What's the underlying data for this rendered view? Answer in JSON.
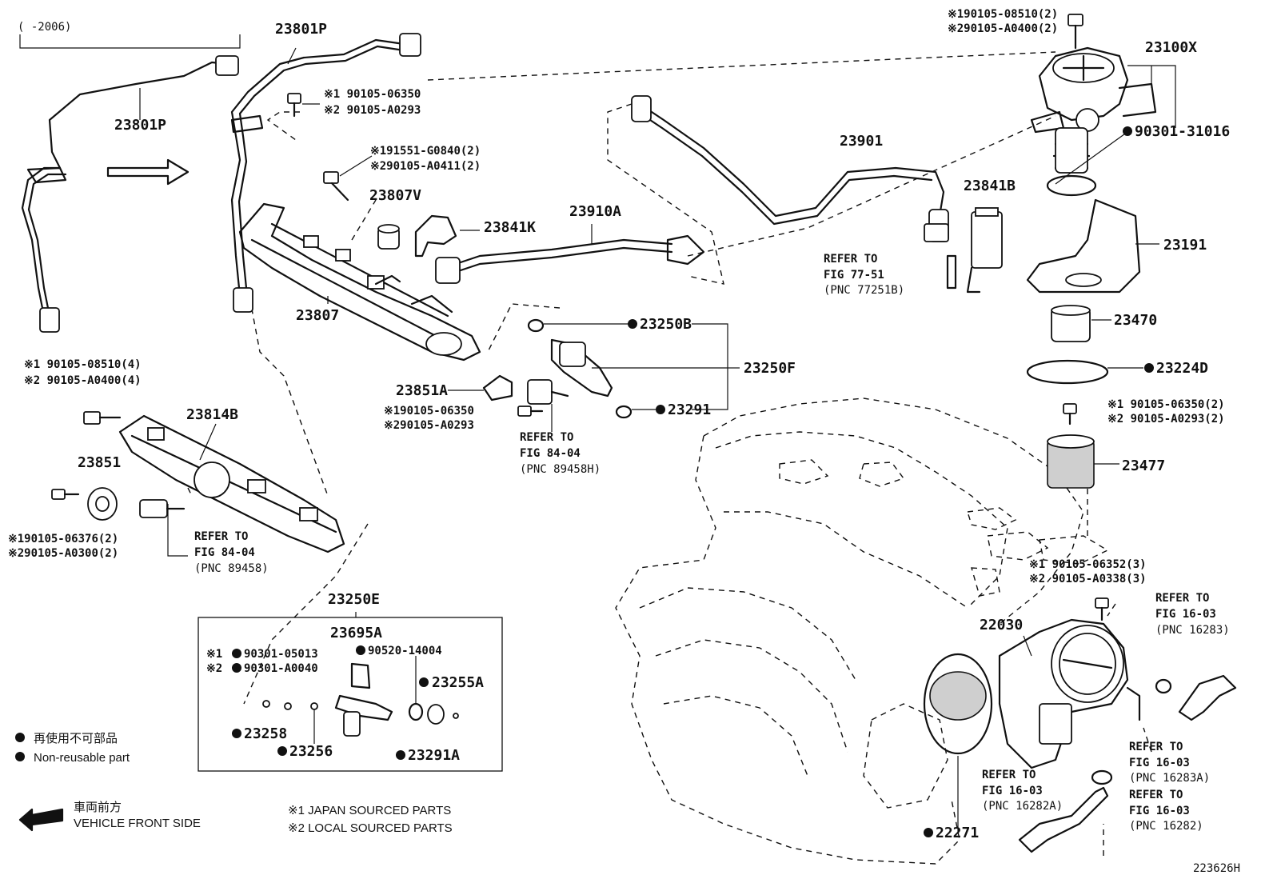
{
  "labels": {
    "year_range": "(     -2006)",
    "p23801p_top": "23801P",
    "p23801p_left": "23801P",
    "p23100x": "23100X",
    "p90301_31016": "90301-31016",
    "p23901": "23901",
    "p23841b": "23841B",
    "p23191": "23191",
    "p23470": "23470",
    "p23224d": "23224D",
    "p23477": "23477",
    "p23807v": "23807V",
    "p23841k": "23841K",
    "p23910a": "23910A",
    "p23807": "23807",
    "p23250b": "23250B",
    "p23250f": "23250F",
    "p23291": "23291",
    "p23851a": "23851A",
    "p23814b": "23814B",
    "p23851": "23851",
    "p23250e": "23250E",
    "p23695a": "23695A",
    "p90520": "90520-14004",
    "p90301_05013": "90301-05013",
    "p90301_a0040": "90301-A0040",
    "p23255a": "23255A",
    "p23258": "23258",
    "p23256": "23256",
    "p23291a": "23291A",
    "p22030": "22030",
    "p22271": "22271",
    "fig_number": "223626H"
  },
  "fasteners": {
    "f_top_right_1": "※190105-08510(2)",
    "f_top_right_2": "※290105-A0400(2)",
    "f_center_1": "※1 90105-06350",
    "f_center_2": "※2 90105-A0293",
    "f_bolt_1": "※191551-G0840(2)",
    "f_bolt_2": "※290105-A0411(2)",
    "f_left_1": "※1 90105-08510(4)",
    "f_left_2": "※2 90105-A0400(4)",
    "f_sensor_1": "※190105-06350",
    "f_sensor_2": "※290105-A0293",
    "f_23851_1": "※190105-06376(2)",
    "f_23851_2": "※290105-A0300(2)",
    "f_right_1": "※1 90105-06350(2)",
    "f_right_2": "※2 90105-A0293(2)",
    "f_engine_1": "※1 90105-06352(3)",
    "f_engine_2": "※2 90105-A0338(3)",
    "kit_prefix_1": "※1",
    "kit_prefix_2": "※2"
  },
  "refs": {
    "r77_1": "REFER TO",
    "r77_2": "FIG 77-51",
    "r77_3": "(PNC 77251B)",
    "r84a_1": "REFER TO",
    "r84a_2": "FIG 84-04",
    "r84a_3": "(PNC 89458H)",
    "r84b_1": "REFER TO",
    "r84b_2": "FIG 84-04",
    "r84b_3": "(PNC 89458)",
    "r16a_1": "REFER TO",
    "r16a_2": "FIG 16-03",
    "r16a_3": "(PNC 16283)",
    "r16b_1": "REFER TO",
    "r16b_2": "FIG 16-03",
    "r16b_3": "(PNC 16283A)",
    "r16c_1": "REFER TO",
    "r16c_2": "FIG 16-03",
    "r16c_3": "(PNC 16282A)",
    "r16d_1": "REFER TO",
    "r16d_2": "FIG 16-03",
    "r16d_3": "(PNC 16282)"
  },
  "legend": {
    "non_reusable_jp": "再使用不可部品",
    "non_reusable_en": "Non-reusable part",
    "front_jp": "車両前方",
    "front_en": "VEHICLE FRONT SIDE",
    "sourced_1": "※1 JAPAN SOURCED PARTS",
    "sourced_2": "※2 LOCAL SOURCED PARTS"
  }
}
